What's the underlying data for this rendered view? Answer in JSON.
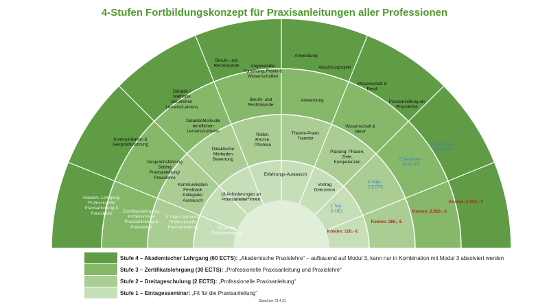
{
  "title": "4-Stufen Fortbildungskonzept für Praxisanleitungen aller Professionen",
  "colors": {
    "ring4": "#5f9c45",
    "ring3": "#86b86a",
    "ring2": "#a9cd93",
    "ring1": "#c7dfb9",
    "core": "#e1eed9",
    "line": "#ffffff",
    "blue": "#3a7fc4",
    "red": "#c0201a"
  },
  "rings": {
    "outer": [
      {
        "id": "o1",
        "lines": [
          "Akadem. Lehrgang:",
          "Professionelle",
          "Praxisanleitung &",
          "Praxislehre"
        ],
        "style": "muted"
      },
      {
        "id": "o2",
        "lines": [
          "Kommunikation &",
          "Gesprächsführung"
        ]
      },
      {
        "id": "o3",
        "lines": [
          "Didaktik /",
          "Methodik",
          "beruflichen",
          "Lernens/Lehrens"
        ]
      },
      {
        "id": "o4a",
        "lines": [
          "Berufs- und",
          "Rechtskunde"
        ]
      },
      {
        "id": "o4b",
        "lines": [
          "Angewandte",
          "Forschung, Praxis &",
          "Wissenschaften"
        ]
      },
      {
        "id": "o5a",
        "lines": [
          "Anwendung"
        ]
      },
      {
        "id": "o5b",
        "lines": [
          "Abschlussprojekt"
        ]
      },
      {
        "id": "o6",
        "lines": [
          "Wissenschaft &",
          "Beruf"
        ]
      },
      {
        "id": "o7",
        "lines": [
          "Praxisanleitung als",
          "Praxislehre"
        ]
      },
      {
        "id": "o8",
        "lines": [
          "4 Semester -",
          "60 ECTS"
        ],
        "style": "blue"
      },
      {
        "id": "o9",
        "lines": [
          "Kosten: 5.900,- €"
        ],
        "style": "red"
      }
    ],
    "third": [
      {
        "id": "t1",
        "lines": [
          "Zertifikatslehrgang:",
          "Professionelle",
          "Praxisanleitung &",
          "Praxislehre"
        ],
        "style": "muted"
      },
      {
        "id": "t2",
        "lines": [
          "Gesprächsführung",
          "Setting",
          "Praxisanleitung/",
          "Praxislehre"
        ]
      },
      {
        "id": "t3",
        "lines": [
          "Didaktik/Methodik",
          "beruflichen",
          "Lernens/Lehrens"
        ]
      },
      {
        "id": "t4",
        "lines": [
          "Berufs- und",
          "Rechtskunde"
        ]
      },
      {
        "id": "t5",
        "lines": [
          "Anwendung"
        ]
      },
      {
        "id": "t6",
        "lines": [
          "Wissenschaft &",
          "Beruf"
        ]
      },
      {
        "id": "t7",
        "lines": [
          "2 Semester -",
          "30 ECTS"
        ],
        "style": "blue"
      },
      {
        "id": "t8",
        "lines": [
          "Kosten: 2.950,- €"
        ],
        "style": "red"
      }
    ],
    "second": [
      {
        "id": "s1",
        "lines": [
          "3 Tages Seminar:",
          "Professionelle",
          "Praxisanleitung"
        ],
        "style": "muted"
      },
      {
        "id": "s2",
        "lines": [
          "Kommunikation",
          "Feedback",
          "Kollegialer",
          "Austausch"
        ]
      },
      {
        "id": "s3",
        "lines": [
          "Didaktische",
          "Methoden",
          "Bewertung"
        ]
      },
      {
        "id": "s4",
        "lines": [
          "Rollen,",
          "Rechte,",
          "Pflichten"
        ]
      },
      {
        "id": "s5",
        "lines": [
          "Theorie-Praxis",
          "Transfer"
        ]
      },
      {
        "id": "s6",
        "lines": [
          "Planung: Phasen,",
          "Ziele,",
          "Kompetenzen"
        ]
      },
      {
        "id": "s7",
        "lines": [
          "3 Tage -",
          "2 ECTS"
        ],
        "style": "blue"
      },
      {
        "id": "s8",
        "lines": [
          "Kosten: 360,- €"
        ],
        "style": "red"
      }
    ],
    "first": [
      {
        "id": "f1",
        "lines": [
          "Fit für die",
          "Praxisanleitung"
        ],
        "style": "muted"
      },
      {
        "id": "f2",
        "lines": [
          "18 Anforderungen an",
          "Praxisanleiter*innen"
        ]
      },
      {
        "id": "f3",
        "lines": [
          "Erfahrungs-Austausch"
        ]
      },
      {
        "id": "f4",
        "lines": [
          "Vortrag",
          "Diskussion"
        ]
      },
      {
        "id": "f5",
        "lines": [
          "1 Tag -",
          "8 UEs"
        ],
        "style": "blue"
      },
      {
        "id": "f6",
        "lines": [
          "Kosten: 110,- €"
        ],
        "style": "red"
      }
    ]
  },
  "legend": [
    {
      "color": "#5f9c45",
      "bold": "Stufe 4 – Akademischer Lehrgang (60 ECTS):",
      "text": " „Akademische Praxislehre“ – aufbauend auf Modul 3, kann nur in Kombination mit Modul 3 absolviert werden"
    },
    {
      "color": "#86b86a",
      "bold": "Stufe 3 – Zertifikatslehrgang (30 ECTS):",
      "text": " „Professionelle Praxisanleitung und Praxislehre“"
    },
    {
      "color": "#a9cd93",
      "bold": "Stufe 2 – Dreitageschulung (2 ECTS):",
      "text": " „Professionelle Praxisanleitung“"
    },
    {
      "color": "#c7dfb9",
      "bold": "Stufe 1 – Eintagesseminar:",
      "text": " „Fit für die Praxisanleitung“"
    }
  ],
  "stand": "Stand per  21.4.21"
}
